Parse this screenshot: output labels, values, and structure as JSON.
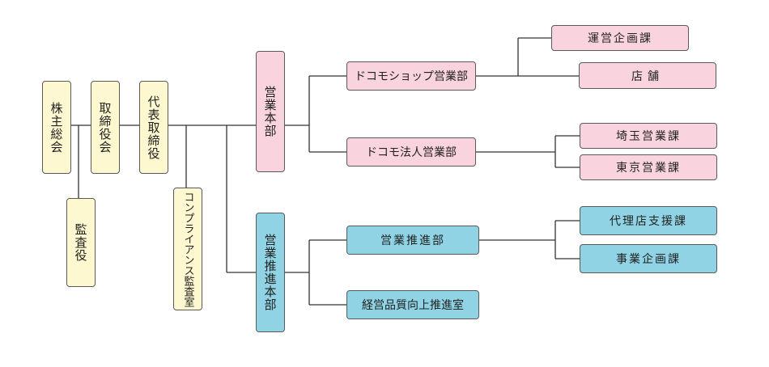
{
  "org": {
    "shareholders": "株主総会",
    "board": "取締役会",
    "auditor": "監査役",
    "representative": "代表取締役",
    "compliance": "コンプライアンス監査室",
    "sales_hq": "営業本部",
    "sales_promo_hq": "営業推進本部",
    "docomo_shop_dept": "ドコモショップ営業部",
    "docomo_corp_dept": "ドコモ法人営業部",
    "sales_promo_dept": "営業推進部",
    "quality_office": "経営品質向上推進室",
    "ops_planning": "運営企画課",
    "stores": "店舗",
    "saitama_sales": "埼玉営業課",
    "tokyo_sales": "東京営業課",
    "agency_support": "代理店支援課",
    "biz_planning": "事業企画課"
  },
  "colors": {
    "yellow": "#fdf8cf",
    "pink": "#f9d4de",
    "blue": "#8fd3e4",
    "border": "#5a5a5a",
    "line": "#333333"
  }
}
